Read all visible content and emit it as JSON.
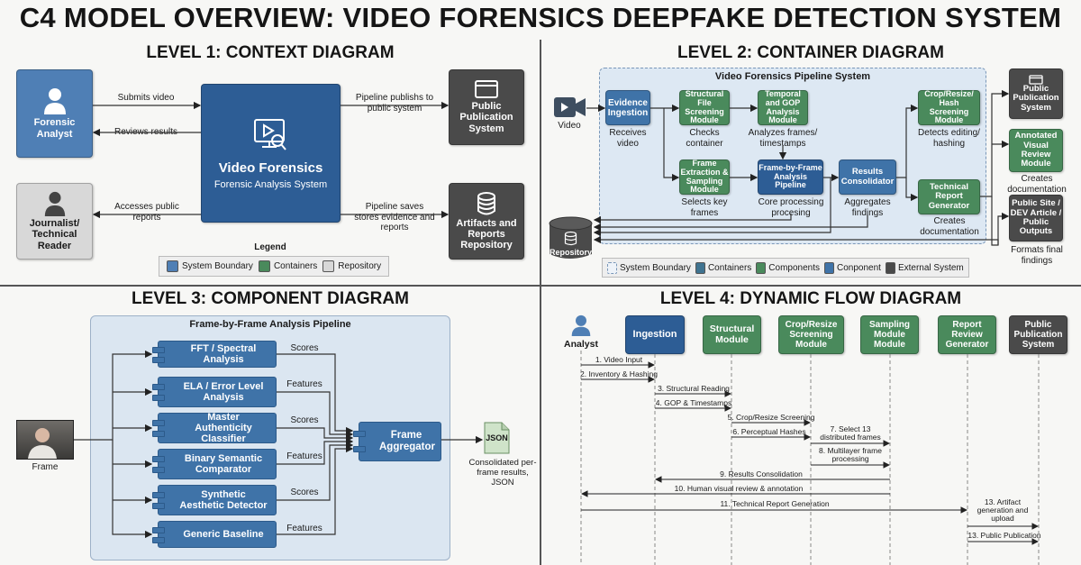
{
  "title": "C4 MODEL OVERVIEW: VIDEO FORENSICS DEEPFAKE DETECTION SYSTEM",
  "colors": {
    "system_blue": "#2d5d95",
    "container_blue": "#4f7fb5",
    "component_blue": "#3f73a8",
    "green": "#4a8a5c",
    "external": "#4a4a4a",
    "repository": "#d8d8d8",
    "boundary_fill": "#dde8f3"
  },
  "level1": {
    "title": "LEVEL 1: CONTEXT DIAGRAM",
    "analyst": "Forensic Analyst",
    "journalist": "Journalist/ Technical Reader",
    "system_name": "Video Forensics",
    "system_sub": "Forensic Analysis System",
    "publication": "Public Publication System",
    "repository": "Artifacts and Reports Repository",
    "edges": {
      "submits": "Submits video",
      "reviews": "Reviews results",
      "accesses": "Accesses public reports",
      "publishes": "Pipeline publishs to public system",
      "saves": "Pipeline saves stores evidence and reports"
    },
    "legend": {
      "title": "Legend",
      "items": [
        "System Boundary",
        "Containers",
        "Repository"
      ]
    },
    "icons": [
      "person-icon",
      "monitor-play-fingerprint-icon",
      "browser-window-icon",
      "database-icon"
    ]
  },
  "level2": {
    "title": "LEVEL 2: CONTAINER DIAGRAM",
    "boundary": "Video Forensics Pipeline System",
    "video": "Video",
    "nodes": {
      "ingestion": {
        "name": "Evidence Ingestion",
        "desc": "Receives video"
      },
      "structural": {
        "name": "Structural File Screening Module",
        "desc": "Checks container"
      },
      "temporal": {
        "name": "Temporal and GOP Analysis Module",
        "desc": "Analyzes frames/ timestamps"
      },
      "extraction": {
        "name": "Frame Extraction & Sampling Module",
        "desc": "Selects key frames"
      },
      "fbf": {
        "name": "Frame-by-Frame Analysis Pipeline",
        "desc": "Core processing procesing"
      },
      "results": {
        "name": "Results Consolidator",
        "desc": "Aggregates findings"
      },
      "crop": {
        "name": "Crop/Resize/ Hash Screening Module",
        "desc": "Detects editing/ hashing"
      },
      "report": {
        "name": "Technical Report Generator",
        "desc": "Creates documentation"
      },
      "publication": {
        "name": "Public Publication System"
      },
      "annotated": {
        "name": "Annotated Visual Review Module",
        "desc": "Creates documentation"
      },
      "public_site": {
        "name": "Public Site / DEV Article / Public Outputs",
        "desc": "Formats final findings"
      },
      "repository": {
        "name": "Repository"
      }
    },
    "legend": [
      "System Boundary",
      "Containers",
      "Components",
      "Conponent",
      "External System"
    ]
  },
  "level3": {
    "title": "LEVEL 3: COMPONENT DIAGRAM",
    "boundary": "Frame-by-Frame Analysis Pipeline",
    "frame": "Frame",
    "components": [
      {
        "name": "FFT / Spectral Analysis",
        "output": "Scores"
      },
      {
        "name": "ELA / Error Level Analysis",
        "output": "Features"
      },
      {
        "name": "Master Authenticity Classifier",
        "output": "Scores"
      },
      {
        "name": "Binary Semantic Comparator",
        "output": "Features"
      },
      {
        "name": "Synthetic Aesthetic Detector",
        "output": "Scores"
      },
      {
        "name": "Generic Baseline",
        "output": "Features"
      }
    ],
    "aggregator": "Frame Aggregator",
    "json_icon": "JSON",
    "json_desc": "Consolidated per-frame results, JSON"
  },
  "level4": {
    "title": "LEVEL 4: DYNAMIC FLOW DIAGRAM",
    "participants": [
      "Analyst",
      "Ingestion",
      "Structural Module",
      "Crop/Resize Screening Module",
      "Sampling Module Module",
      "Report Review Generator",
      "Public Publication System"
    ],
    "messages": [
      "1. Video Input",
      "2. Inventory & Hashing",
      "3. Structural Reading",
      "4. GOP & Timestamps",
      "5. Crop/Resize Screening",
      "6. Perceptual Hashes",
      "7. Select 13 distributed frames",
      "8. Multilayer frame processing",
      "9. Results Consolidation",
      "10. Human visual review & annotation",
      "11. Technical Report Generation",
      "13. Artifact generation and upload",
      "13. Public Publication"
    ]
  }
}
